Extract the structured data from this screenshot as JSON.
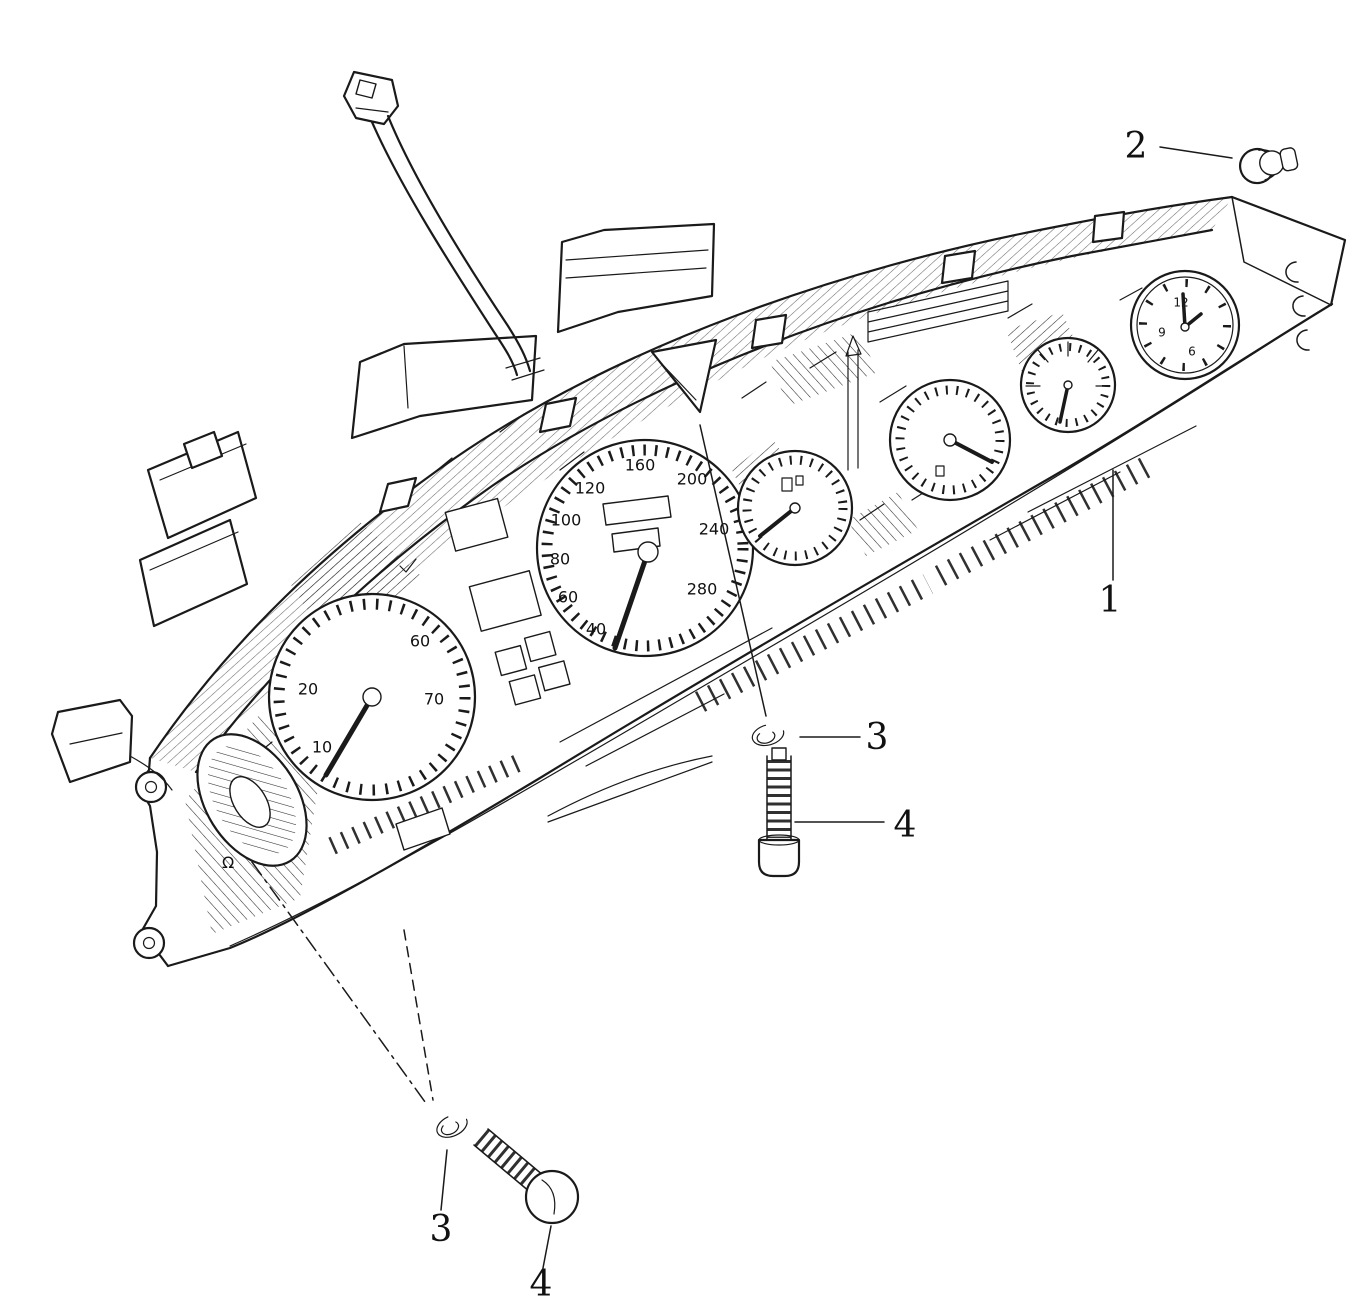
{
  "figure": {
    "kind": "technical-parts-diagram",
    "subject": "Instrument cluster with mounting hardware",
    "line_color": "#1a1a1a",
    "background": "#ffffff"
  },
  "callouts": {
    "part1": "1",
    "part2": "2",
    "part3_upper": "3",
    "part4_upper": "4",
    "part3_lower": "3",
    "part4_lower": "4"
  },
  "gauges": {
    "tachometer": {
      "labels": [
        "10",
        "20",
        "60",
        "70"
      ]
    },
    "speedometer": {
      "labels": [
        "40",
        "60",
        "80",
        "100",
        "120",
        "160",
        "200",
        "240",
        "280"
      ]
    },
    "clock": {
      "labels": [
        "12",
        "9",
        "6"
      ]
    },
    "symbols": {
      "omega": "Ω"
    }
  }
}
